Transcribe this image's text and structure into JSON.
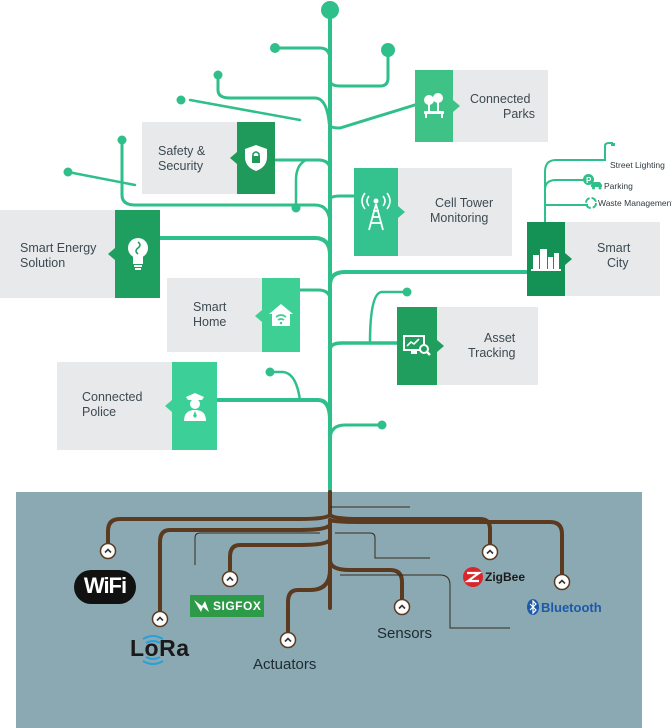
{
  "colors": {
    "stem": "#2fbf8a",
    "stem_light": "#48d0a0",
    "root": "#5b3a1f",
    "ground": "#8aa9b3",
    "card": "#e8e9ea",
    "text": "#3d4a52"
  },
  "branches": {
    "connected_parks": {
      "line1": "Connected",
      "line2": "Parks",
      "icon": "park-icon",
      "color": "#3ec286"
    },
    "safety_security": {
      "line1": "Safety &",
      "line2": "Security",
      "icon": "shield-lock-icon",
      "color": "#1f9a5a"
    },
    "cell_tower": {
      "line1": "Cell Tower",
      "line2": "Monitoring",
      "icon": "cell-tower-icon",
      "color": "#34c38f"
    },
    "smart_city": {
      "line1": "Smart",
      "line2": "City",
      "icon": "city-icon",
      "color": "#149155",
      "sub_items": [
        "Street Lighting",
        "Parking",
        "Waste Management"
      ]
    },
    "smart_energy": {
      "line1": "Smart Energy",
      "line2": "Solution",
      "icon": "lightbulb-icon",
      "color": "#1e9e5f"
    },
    "smart_home": {
      "line1": "Smart",
      "line2": "Home",
      "icon": "home-wifi-icon",
      "color": "#3ecf95"
    },
    "asset_tracking": {
      "line1": "Asset",
      "line2": "Tracking",
      "icon": "monitor-search-icon",
      "color": "#1f9e5d"
    },
    "connected_police": {
      "line1": "Connected",
      "line2": "Police",
      "icon": "police-officer-icon",
      "color": "#3ccf98"
    }
  },
  "technologies": {
    "wifi": "WiFi",
    "lora": "LoRa",
    "sigfox": "SIGFOX",
    "actuators": "Actuators",
    "sensors": "Sensors",
    "zigbee": "ZigBee",
    "bluetooth": "Bluetooth"
  }
}
